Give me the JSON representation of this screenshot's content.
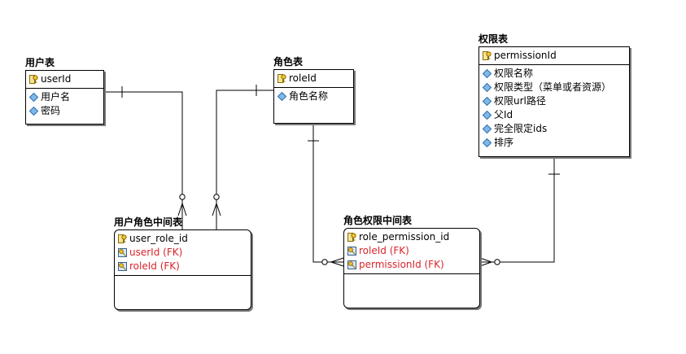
{
  "entities": {
    "user": {
      "title": "用户表",
      "pk": "userId",
      "attributes": [
        "用户名",
        "密码"
      ]
    },
    "role": {
      "title": "角色表",
      "pk": "roleId",
      "attributes": [
        "角色名称"
      ]
    },
    "permission": {
      "title": "权限表",
      "pk": "permissionId",
      "attributes": [
        "权限名称",
        "权限类型（菜单或者资源）",
        "权限url路径",
        "父Id",
        "完全限定ids",
        "排序"
      ]
    },
    "user_role": {
      "title": "用户角色中间表",
      "pk": "user_role_id",
      "fks": [
        "userId (FK)",
        "roleId (FK)"
      ]
    },
    "role_permission": {
      "title": "角色权限中间表",
      "pk": "role_permission_id",
      "fks": [
        "roleId (FK)",
        "permissionId (FK)"
      ]
    }
  },
  "relationships": [
    {
      "from": "用户表",
      "to": "用户角色中间表",
      "cardinality": "one-to-many"
    },
    {
      "from": "角色表",
      "to": "用户角色中间表",
      "cardinality": "one-to-many"
    },
    {
      "from": "角色表",
      "to": "角色权限中间表",
      "cardinality": "one-to-many"
    },
    {
      "from": "权限表",
      "to": "角色权限中间表",
      "cardinality": "one-to-many"
    }
  ],
  "colors": {
    "fk_text": "#d9242a",
    "line": "#000000",
    "shadow": "#7a7a7a"
  },
  "icons": {
    "pk": "key-icon",
    "fk": "foreign-key-icon",
    "attribute": "attribute-diamond-icon"
  }
}
